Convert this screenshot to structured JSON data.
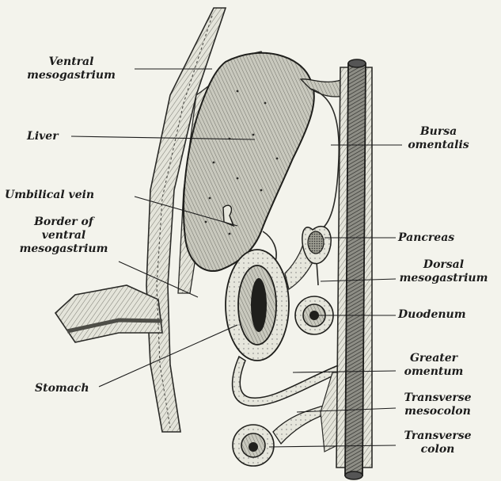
{
  "figure": {
    "labels": {
      "ventral_mesogastrium": [
        "Ventral",
        "mesogastrium"
      ],
      "liver": "Liver",
      "umbilical_vein": "Umbilical vein",
      "border_ventral_mesogastrium": [
        "Border of",
        "ventral",
        "mesogastrium"
      ],
      "stomach": "Stomach",
      "bursa_omentalis": [
        "Bursa",
        "omentalis"
      ],
      "pancreas": "Pancreas",
      "dorsal_mesogastrium": [
        "Dorsal",
        "mesogastrium"
      ],
      "duodenum": "Duodenum",
      "greater_omentum": [
        "Greater",
        "omentum"
      ],
      "transverse_mesocolon": [
        "Transverse",
        "mesocolon"
      ],
      "transverse_colon": [
        "Transverse",
        "colon"
      ]
    },
    "colors": {
      "background": "#f3f3ec",
      "ink": "#1c1c1c",
      "tissue": "#dcdcd2",
      "organ": "#b9b9ae",
      "dark": "#3a3a36"
    }
  }
}
